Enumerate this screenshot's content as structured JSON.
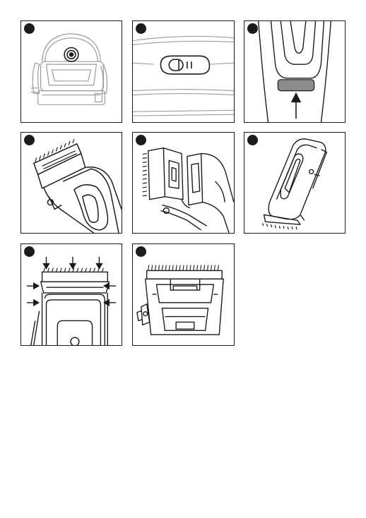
{
  "page": {
    "panels": [
      {
        "id": "1",
        "subject": "clipper-charging-stand-top-view"
      },
      {
        "id": "2",
        "subject": "power-switch-closeup"
      },
      {
        "id": "3",
        "subject": "charging-indicator-with-arrow"
      },
      {
        "id": "4",
        "subject": "clipper-blade-angled-view"
      },
      {
        "id": "5",
        "subject": "blade-head-opened"
      },
      {
        "id": "6",
        "subject": "clipper-side-profile"
      },
      {
        "id": "7",
        "subject": "blade-alignment-arrows"
      },
      {
        "id": "8",
        "subject": "blade-assembly-back-view"
      }
    ],
    "colors": {
      "line": "#1a1a1a",
      "light_line": "#9a9a9a",
      "grey_fill": "#8c8c8c"
    }
  }
}
